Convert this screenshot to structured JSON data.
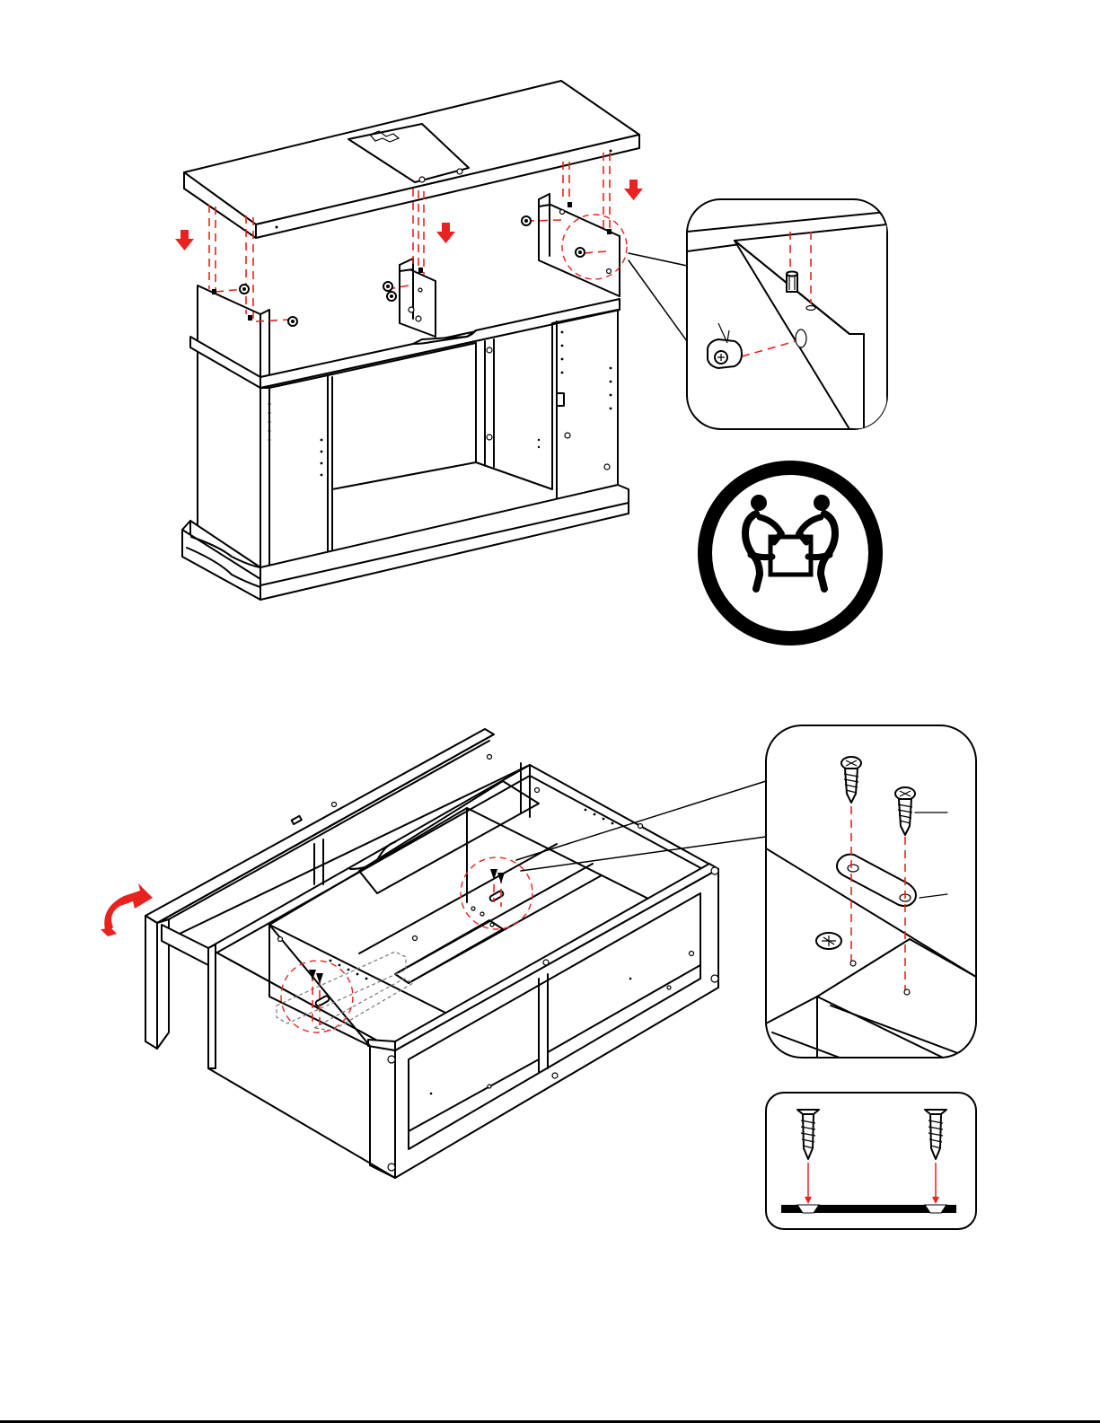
{
  "diagram": {
    "steps": [
      {
        "id": "step-attach-top",
        "callouts": [
          "cam-lock-detail",
          "two-person-lift"
        ]
      },
      {
        "id": "step-bracket-screws",
        "callouts": [
          "bracket-detail",
          "screw-flush-detail"
        ]
      }
    ],
    "colors": {
      "line": "#000000",
      "guide": "#e8231f",
      "background": "#ffffff"
    },
    "icons": [
      "down-arrow-icon",
      "two-person-lift-icon",
      "rotate-arrow-icon",
      "screw-icon",
      "cam-lock-icon",
      "dowel-icon",
      "bracket-plate-icon"
    ]
  }
}
